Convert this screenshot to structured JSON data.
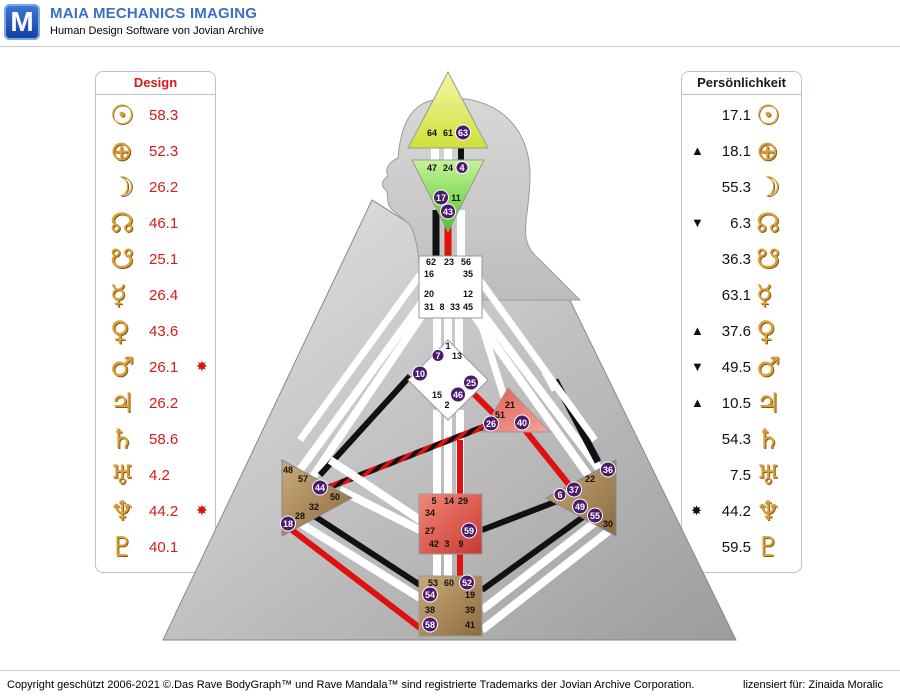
{
  "header": {
    "title": "MAIA MECHANICS IMAGING",
    "subtitle": "Human Design Software von Jovian Archive",
    "logo_letter": "M"
  },
  "design": {
    "title": "Design",
    "rows": [
      {
        "icon": "sun-icon",
        "glyph": "☉",
        "value": "58.3",
        "mark": ""
      },
      {
        "icon": "earth-icon",
        "glyph": "⊕",
        "value": "52.3",
        "mark": ""
      },
      {
        "icon": "moon-icon",
        "glyph": "☽",
        "value": "26.2",
        "mark": ""
      },
      {
        "icon": "north-node-icon",
        "glyph": "☊",
        "value": "46.1",
        "mark": ""
      },
      {
        "icon": "south-node-icon",
        "glyph": "☋",
        "value": "25.1",
        "mark": ""
      },
      {
        "icon": "mercury-icon",
        "glyph": "☿",
        "value": "26.4",
        "mark": ""
      },
      {
        "icon": "venus-icon",
        "glyph": "♀",
        "value": "43.6",
        "mark": ""
      },
      {
        "icon": "mars-icon",
        "glyph": "♂",
        "value": "26.1",
        "mark": "✸"
      },
      {
        "icon": "jupiter-icon",
        "glyph": "♃",
        "value": "26.2",
        "mark": ""
      },
      {
        "icon": "saturn-icon",
        "glyph": "♄",
        "value": "58.6",
        "mark": ""
      },
      {
        "icon": "uranus-icon",
        "glyph": "♅",
        "value": "4.2",
        "mark": ""
      },
      {
        "icon": "neptune-icon",
        "glyph": "♆",
        "value": "44.2",
        "mark": "✸"
      },
      {
        "icon": "pluto-icon",
        "glyph": "♇",
        "value": "40.1",
        "mark": ""
      }
    ]
  },
  "personality": {
    "title": "Persönlichkeit",
    "rows": [
      {
        "icon": "sun-icon",
        "glyph": "☉",
        "value": "17.1",
        "mark": ""
      },
      {
        "icon": "earth-icon",
        "glyph": "⊕",
        "value": "18.1",
        "mark": "▲"
      },
      {
        "icon": "moon-icon",
        "glyph": "☽",
        "value": "55.3",
        "mark": ""
      },
      {
        "icon": "north-node-icon",
        "glyph": "☊",
        "value": "6.3",
        "mark": "▼"
      },
      {
        "icon": "south-node-icon",
        "glyph": "☋",
        "value": "36.3",
        "mark": ""
      },
      {
        "icon": "mercury-icon",
        "glyph": "☿",
        "value": "63.1",
        "mark": ""
      },
      {
        "icon": "venus-icon",
        "glyph": "♀",
        "value": "37.6",
        "mark": "▲"
      },
      {
        "icon": "mars-icon",
        "glyph": "♂",
        "value": "49.5",
        "mark": "▼"
      },
      {
        "icon": "jupiter-icon",
        "glyph": "♃",
        "value": "10.5",
        "mark": "▲"
      },
      {
        "icon": "saturn-icon",
        "glyph": "♄",
        "value": "54.3",
        "mark": ""
      },
      {
        "icon": "uranus-icon",
        "glyph": "♅",
        "value": "7.5",
        "mark": ""
      },
      {
        "icon": "neptune-icon",
        "glyph": "♆",
        "value": "44.2",
        "mark": "✸"
      },
      {
        "icon": "pluto-icon",
        "glyph": "♇",
        "value": "59.5",
        "mark": ""
      }
    ]
  },
  "bodygraph": {
    "colors": {
      "head": "#e8f07a",
      "ajna": "#8ae04a",
      "throat": "#ffffff",
      "g": "#ffffff",
      "ego": "#e2766a",
      "sacral": "#e05b4f",
      "spleen": "#b39366",
      "solar_plexus": "#b39366",
      "root": "#b39366",
      "design_red": "#e01010",
      "personality_black": "#111111",
      "activated_gate": "#4a1a6e"
    },
    "centers": [
      {
        "id": "head",
        "gates": [
          "64",
          "61",
          "63"
        ]
      },
      {
        "id": "ajna",
        "gates": [
          "47",
          "24",
          "4",
          "17",
          "11",
          "43"
        ]
      },
      {
        "id": "throat",
        "gates": [
          "62",
          "23",
          "56",
          "16",
          "35",
          "20",
          "12",
          "31",
          "8",
          "33",
          "45"
        ]
      },
      {
        "id": "g",
        "gates": [
          "1",
          "7",
          "13",
          "10",
          "25",
          "15",
          "46",
          "2"
        ]
      },
      {
        "id": "ego",
        "gates": [
          "21",
          "51",
          "26",
          "40"
        ]
      },
      {
        "id": "spleen",
        "gates": [
          "48",
          "57",
          "44",
          "50",
          "32",
          "28",
          "18"
        ]
      },
      {
        "id": "sacral",
        "gates": [
          "5",
          "14",
          "29",
          "34",
          "27",
          "59",
          "42",
          "3",
          "9"
        ]
      },
      {
        "id": "solar-plexus",
        "gates": [
          "36",
          "22",
          "6",
          "37",
          "49",
          "55",
          "30"
        ]
      },
      {
        "id": "root",
        "gates": [
          "53",
          "60",
          "52",
          "54",
          "19",
          "38",
          "39",
          "58",
          "41"
        ]
      }
    ],
    "activated_gates": [
      "63",
      "4",
      "17",
      "43",
      "7",
      "10",
      "25",
      "46",
      "26",
      "40",
      "44",
      "18",
      "59",
      "36",
      "6",
      "37",
      "49",
      "55",
      "52",
      "54",
      "58"
    ]
  },
  "footer": {
    "copyright": "Copyright geschützt 2006-2021 ©.Das Rave BodyGraph™ und Rave Mandala™ sind registrierte Trademarks der Jovian Archive Corporation.",
    "license": "lizensiert für: Zinaida Moralic"
  }
}
